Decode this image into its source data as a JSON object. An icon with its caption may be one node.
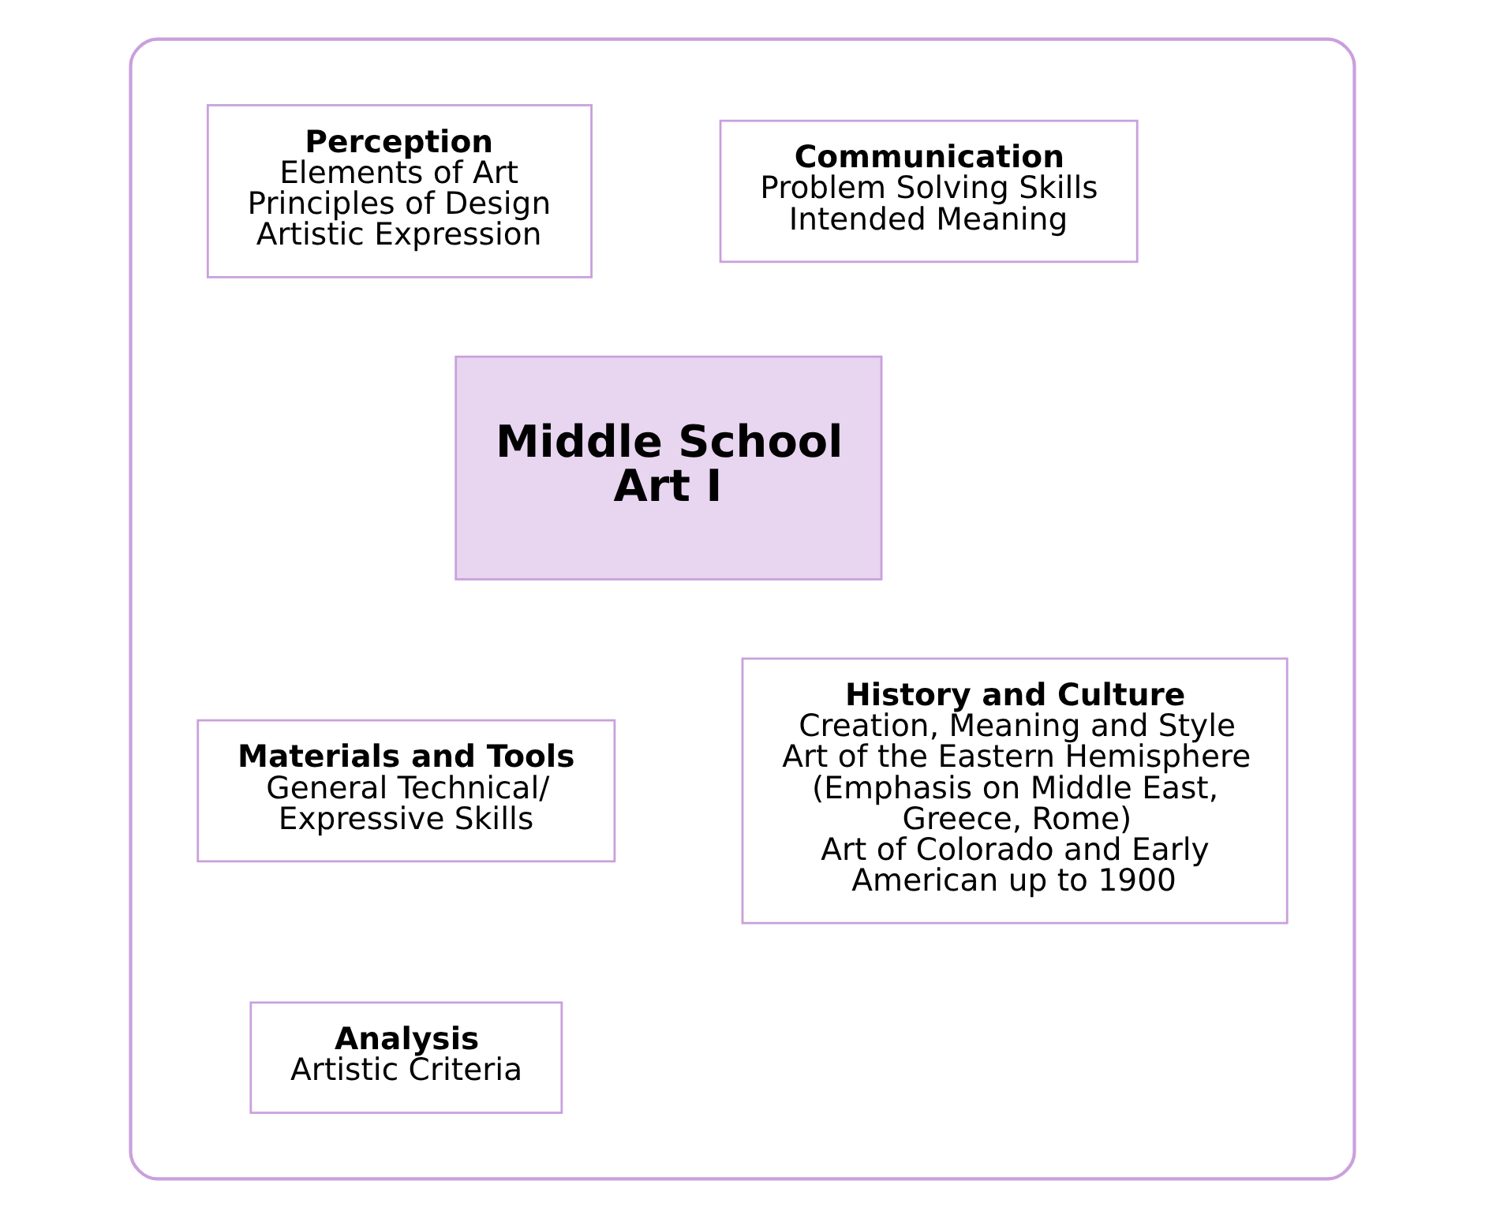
{
  "diagram": {
    "nodes": [
      {
        "text": [],
        "shape": "box"
      },
      {
        "text": [
          "Communication",
          "Problem Solving Skills",
          "Intended Meaning"
        ],
        "in": 0
      },
      {
        "text": [
          "Perception",
          "Elements of Art",
          "Principles of Design",
          "Artistic Expression"
        ],
        "in": 0
      },
      {
        "text": [
          "Middle School Art I"
        ],
        "in": 0
      },
      {
        "text": [
          "Materials and Tools",
          "General Technical/ Expressive Skills"
        ],
        "in": 0
      },
      {
        "text": [
          "History and Culture",
          "Creation, Meaning and Style",
          "Art of the Eastern Hemisphere (Emphasis on Middle East, Greece, Rome)",
          "Art of Colorado and Early American up to 1900"
        ],
        "in": 0
      },
      {
        "text": [
          "Analysis",
          "Artistic Criteria"
        ],
        "in": 0
      }
    ],
    "edges": []
  }
}
